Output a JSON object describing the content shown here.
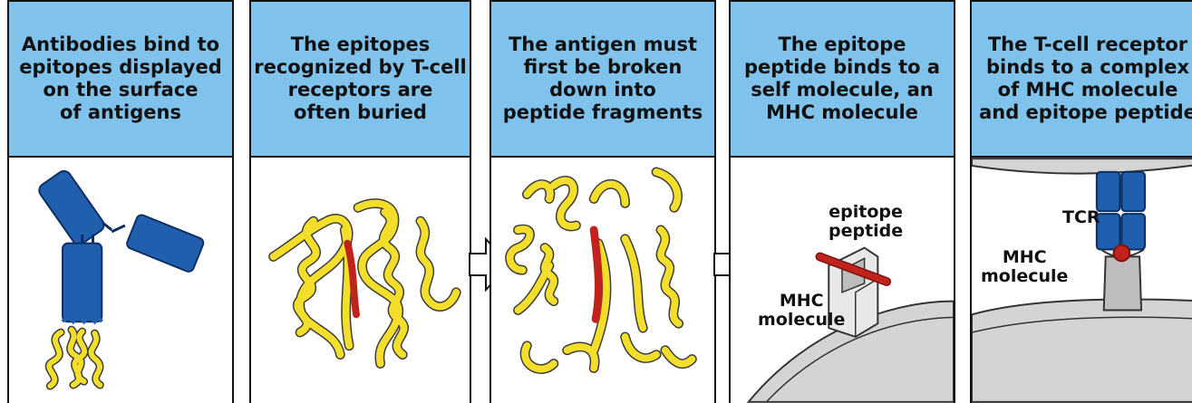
{
  "panels": [
    {
      "heading": "Antibodies bind to\nepitopes displayed\non the surface\nof antigens"
    },
    {
      "heading": "The epitopes\nrecognized by T-cell\nreceptors are\noften buried"
    },
    {
      "heading": "The antigen must\nfirst be broken\ndown into\npeptide fragments"
    },
    {
      "heading": "The epitope\npeptide binds to a\nself molecule, an\nMHC molecule",
      "label_epitope": "epitope\npeptide",
      "label_mhc": "MHC\nmolecule"
    },
    {
      "heading": "The T-cell receptor\nbinds to a complex\nof MHC molecule\nand epitope peptide",
      "label_tcr": "TCR",
      "label_mhc": "MHC\nmolecule"
    }
  ],
  "colors": {
    "header_bg": "#7fc2ec",
    "antibody_blue": "#1f5fad",
    "protein_yellow": "#f3df2b",
    "epitope_red": "#c0221c",
    "membrane_gray": "#d4d4d4"
  }
}
